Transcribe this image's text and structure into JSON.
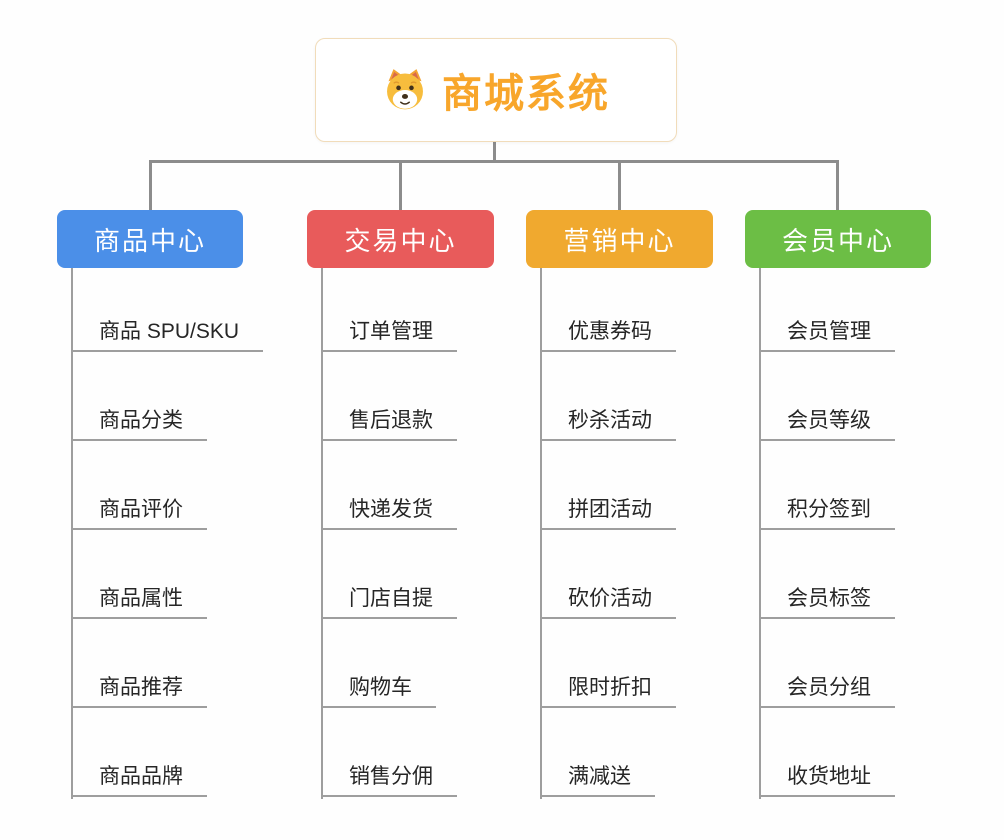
{
  "root": {
    "title": "商城系统",
    "icon": "dog-face-icon",
    "accent_color": "#f8a62b"
  },
  "connector_color": "#8c8c8c",
  "branches": [
    {
      "label": "商品中心",
      "color": "#4b8fe8",
      "children": [
        "商品 SPU/SKU",
        "商品分类",
        "商品评价",
        "商品属性",
        "商品推荐",
        "商品品牌"
      ]
    },
    {
      "label": "交易中心",
      "color": "#e85b5b",
      "children": [
        "订单管理",
        "售后退款",
        "快递发货",
        "门店自提",
        "购物车",
        "销售分佣"
      ]
    },
    {
      "label": "营销中心",
      "color": "#f0a92f",
      "children": [
        "优惠券码",
        "秒杀活动",
        "拼团活动",
        "砍价活动",
        "限时折扣",
        "满减送"
      ]
    },
    {
      "label": "会员中心",
      "color": "#6cbe45",
      "children": [
        "会员管理",
        "会员等级",
        "积分签到",
        "会员标签",
        "会员分组",
        "收货地址"
      ]
    }
  ]
}
